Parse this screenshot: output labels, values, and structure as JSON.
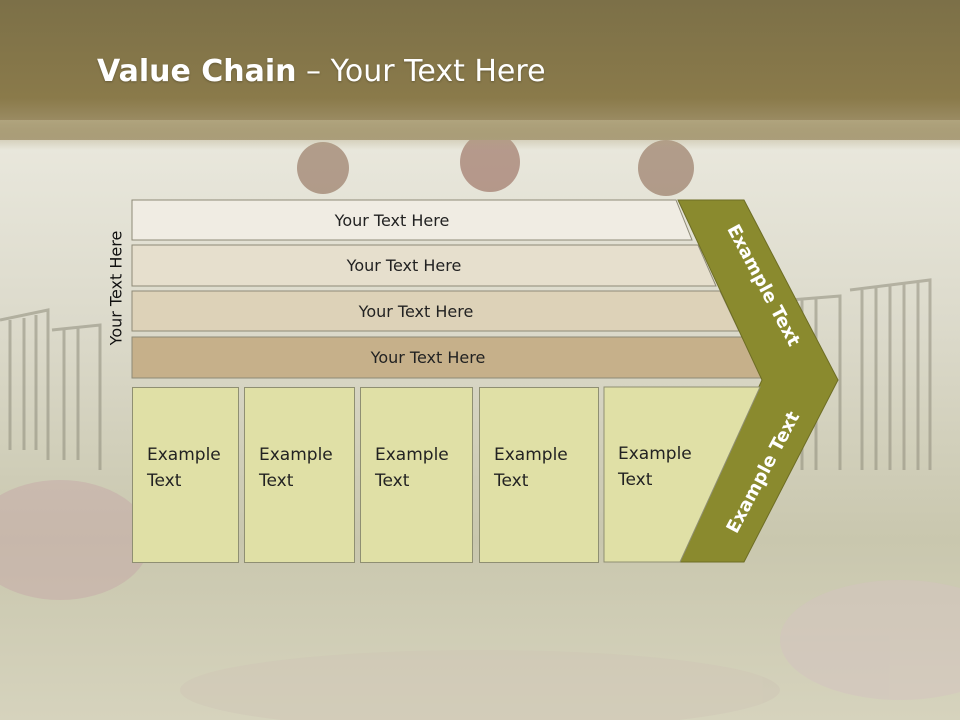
{
  "title": {
    "bold": "Value Chain",
    "rest": " – Your Text Here"
  },
  "side_label": "Your Text Here",
  "rows": [
    {
      "label": "Your Text Here"
    },
    {
      "label": "Your Text Here"
    },
    {
      "label": "Your Text Here"
    },
    {
      "label": "Your Text Here"
    }
  ],
  "boxes": [
    {
      "line1": "Example",
      "line2": "Text"
    },
    {
      "line1": "Example",
      "line2": "Text"
    },
    {
      "line1": "Example",
      "line2": "Text"
    },
    {
      "line1": "Example",
      "line2": "Text"
    },
    {
      "line1": "Example",
      "line2": "Text"
    }
  ],
  "chevron": {
    "upper": "Example Text",
    "lower": "Example Text"
  },
  "colors": {
    "header": "#8a7a4a",
    "row1": "#f0ece3",
    "row2": "#e6dfcd",
    "row3": "#ddd2b8",
    "row4": "#c6b08a",
    "box": "#e0e0a6",
    "chevron": "#8a8a2e"
  }
}
